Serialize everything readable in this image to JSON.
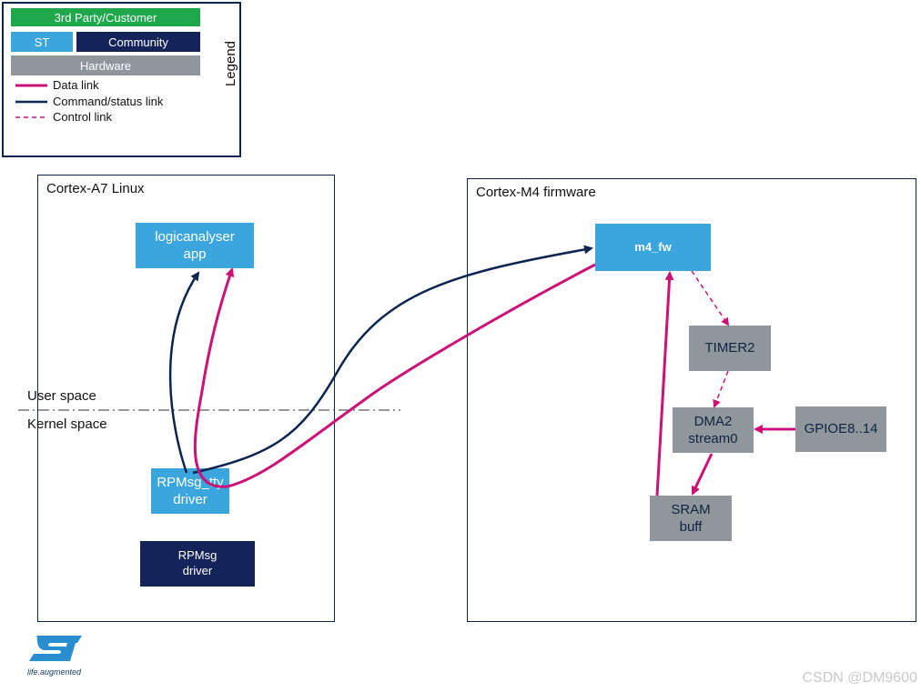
{
  "legend": {
    "title": "Legend",
    "tags": {
      "third_party": "3rd Party/Customer",
      "st": "ST",
      "community": "Community",
      "hardware": "Hardware"
    },
    "links": {
      "data": "Data link",
      "command": "Command/status link",
      "control": "Control link"
    }
  },
  "regions": {
    "linux": "Cortex-A7 Linux",
    "m4": "Cortex-M4 firmware"
  },
  "blocks": {
    "app": "logicanalyser app",
    "rpmsg_tty": "RPMsg_tty driver",
    "rpmsg": "RPMsg driver",
    "m4_fw": "m4_fw",
    "timer2": "TIMER2",
    "dma2": "DMA2 stream0",
    "gpioe": "GPIOE8..14",
    "sram": "SRAM buff"
  },
  "spaces": {
    "user": "User space",
    "kernel": "Kernel space"
  },
  "logo": {
    "mark": "ST",
    "tagline": "life.augmented"
  },
  "watermark": "CSDN @DM9600",
  "colors": {
    "st": "#3aa6dd",
    "community": "#14245a",
    "hardware": "#8f979d",
    "third_party": "#1ea84b",
    "data_link": "#cc1177",
    "command_link": "#0b2450"
  }
}
